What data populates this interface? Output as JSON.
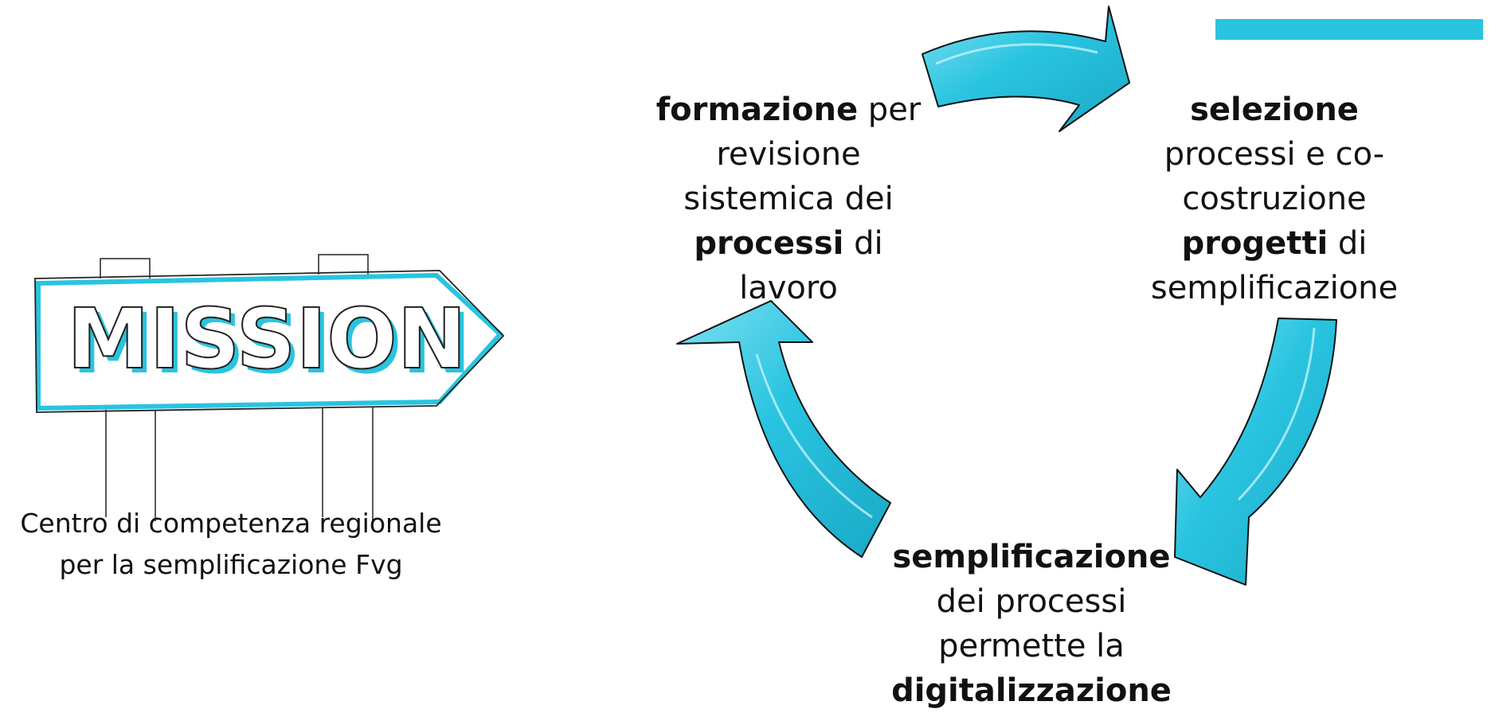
{
  "sign": {
    "word": "MISSION",
    "caption_line1": "Centro di competenza regionale",
    "caption_line2": "per la semplificazione Fvg"
  },
  "cycle": {
    "formazione": {
      "l1_bold": "formazione",
      "l1_rest": " per",
      "l2": "revisione",
      "l3": "sistemica dei",
      "l4_bold": "processi",
      "l4_rest": " di",
      "l5": "lavoro"
    },
    "selezione": {
      "l1_bold": "selezione",
      "l2": "processi e co-",
      "l3": "costruzione",
      "l4_bold": "progetti",
      "l4_rest": " di",
      "l5": "semplificazione"
    },
    "semplificazione": {
      "l1_bold": "semplificazione",
      "l2": "dei processi",
      "l3": "permette la",
      "l4_bold": "digitalizzazione"
    }
  },
  "colors": {
    "accent": "#29c4e0",
    "arrow_fill": "#29c4e0",
    "text": "#111111"
  }
}
